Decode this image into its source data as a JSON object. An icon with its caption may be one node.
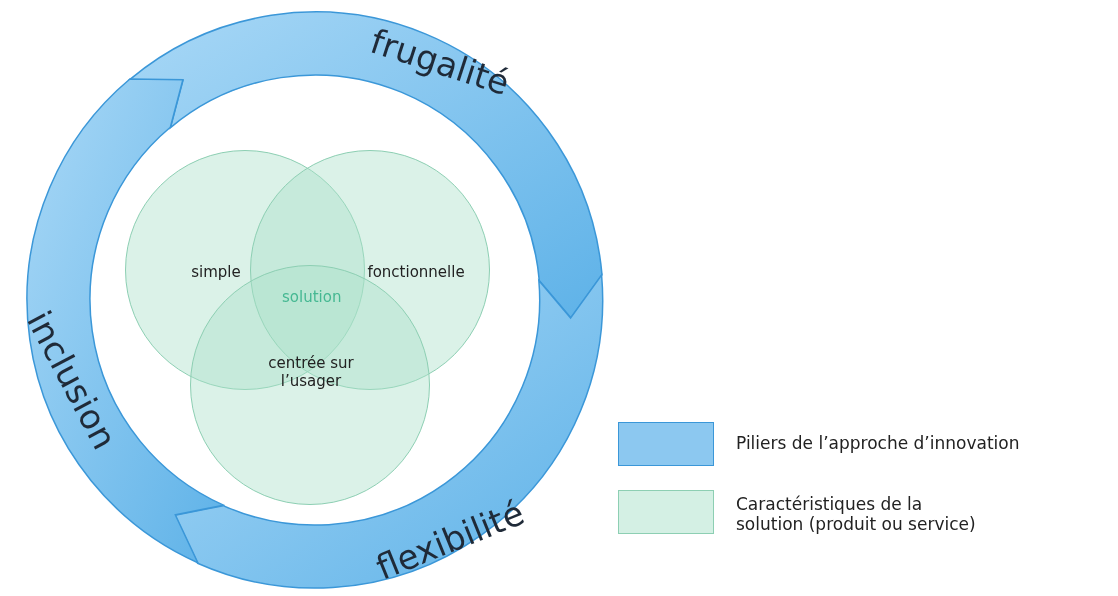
{
  "diagram": {
    "nodes": [
      {
        "text": [
          "frugalité"
        ]
      },
      {
        "text": [
          "flexibilité"
        ]
      },
      {
        "text": [
          "inclusion"
        ]
      },
      {
        "text": [
          "simple"
        ]
      },
      {
        "text": [
          "fonctionnelle"
        ]
      },
      {
        "text": [
          "centrée sur l’usager"
        ]
      }
    ],
    "labels": [
      "solution"
    ],
    "legend": [
      {
        "text": "Piliers de l’approche d’innovation",
        "color": "#8cc8f0"
      },
      {
        "text": "Caractéristiques de la solution (produit ou service)",
        "color": "#d4f0e4"
      }
    ]
  }
}
